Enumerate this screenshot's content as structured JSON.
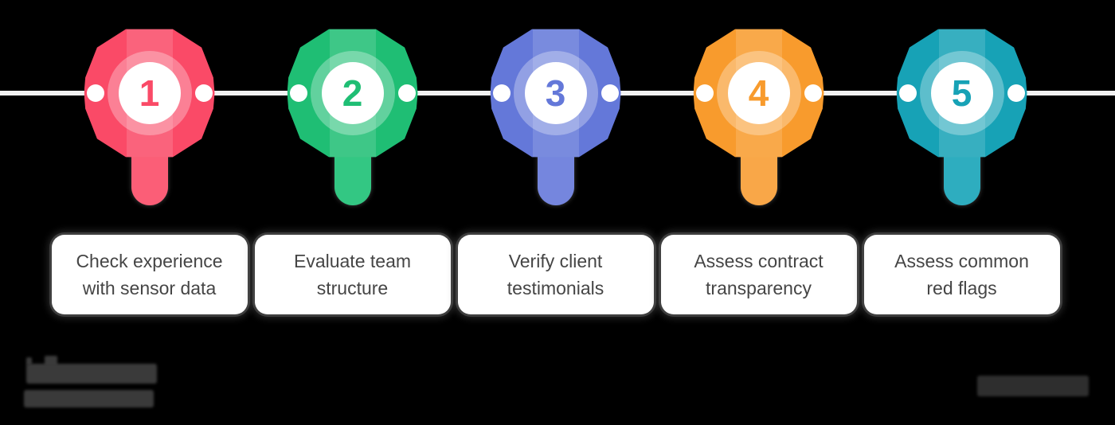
{
  "canvas": {
    "background": "#000000"
  },
  "timeline": {
    "line_color": "#f1f1f1",
    "dot_color": "#ffffff",
    "steps": [
      {
        "number": "1",
        "color": "#fa4a67",
        "stem_color": "#fb5e77",
        "card_lines": {
          "0": "Check experience",
          "1": "with sensor data"
        }
      },
      {
        "number": "2",
        "color": "#1fbe74",
        "stem_color": "#33c783",
        "card_lines": {
          "0": "Evaluate team",
          "1": "structure"
        }
      },
      {
        "number": "3",
        "color": "#6478d9",
        "stem_color": "#7586de",
        "card_lines": {
          "0": "Verify client",
          "1": "testimonials"
        }
      },
      {
        "number": "4",
        "color": "#f89b2d",
        "stem_color": "#f9a748",
        "card_lines": {
          "0": "Assess contract",
          "1": "transparency"
        }
      },
      {
        "number": "5",
        "color": "#17a2b6",
        "stem_color": "#2eadbf",
        "card_lines": {
          "0": "Assess common",
          "1": "red flags"
        }
      }
    ]
  },
  "card": {
    "background": "#ffffff",
    "text_color": "#454545"
  },
  "watermarks": {
    "left_color": "#3a3a3a",
    "right_color": "#2e2e2e"
  }
}
